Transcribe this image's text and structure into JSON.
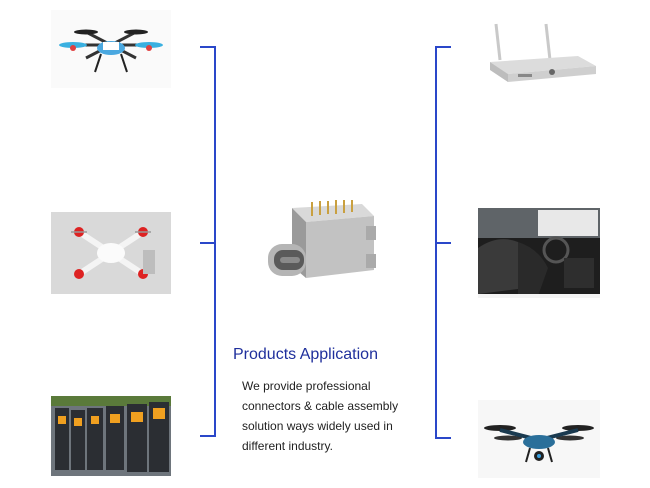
{
  "section": {
    "title": "Products Application",
    "description_lines": [
      "We provide professional",
      "connectors & cable assembly",
      "solution ways widely used in",
      "different industry."
    ]
  },
  "photos": {
    "left": [
      "drone-blue-photo",
      "drone-white-photo",
      "industrial-inverter-photo"
    ],
    "right": [
      "set-top-box-photo",
      "car-interior-photo",
      "camera-drone-photo"
    ],
    "center": "usb-c-connector-photo"
  },
  "colors": {
    "bracket": "#2a47c9",
    "title": "#1f2f9c",
    "text": "#222222"
  }
}
